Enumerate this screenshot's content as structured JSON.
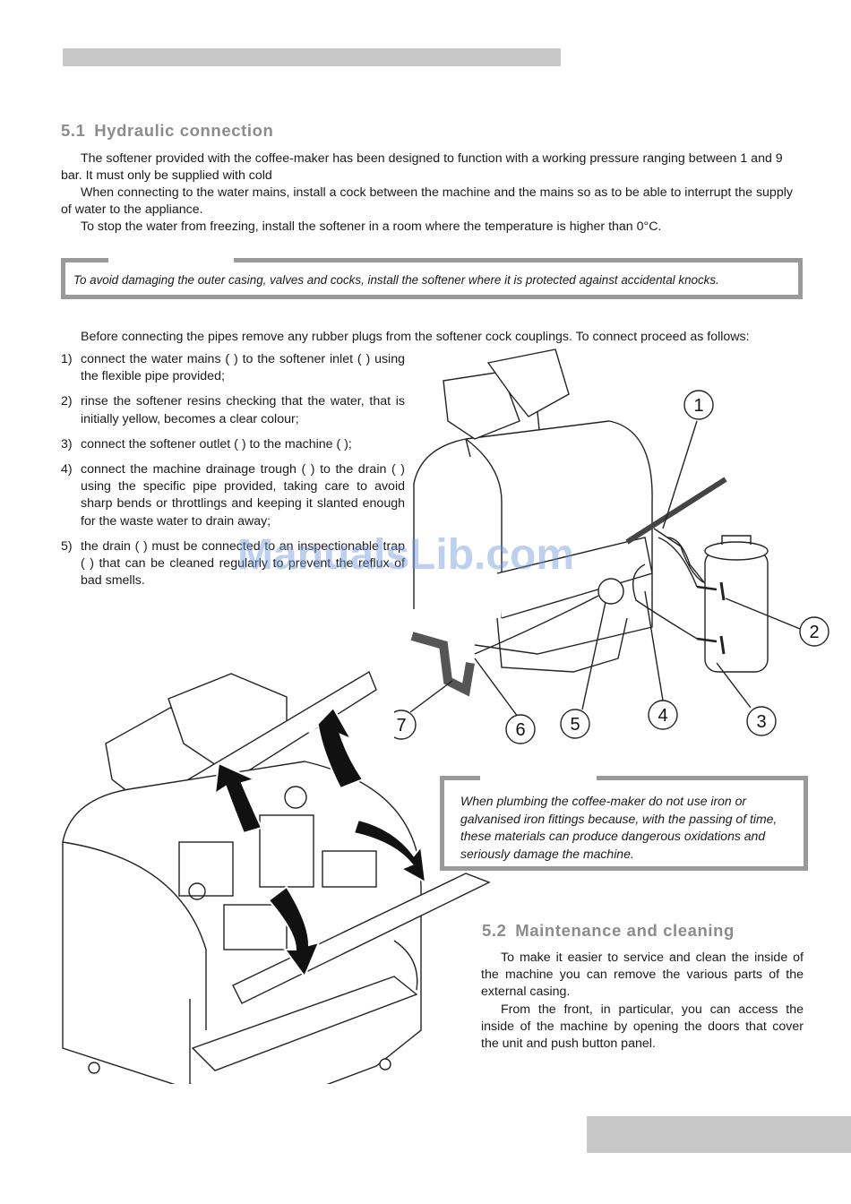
{
  "section1": {
    "number": "5.1",
    "title": "Hydraulic connection",
    "paragraphs": [
      "The softener provided with the coffee-maker has been designed to function with a working pressure ranging between 1 and 9 bar. It must only be supplied with cold",
      "When connecting to the water mains, install a cock between the machine and the mains so as to be able to interrupt the supply of water to the appliance.",
      "To stop the water from freezing, install the softener in a room where the temperature is higher than 0°C."
    ],
    "note": "To avoid damaging the outer casing, valves and cocks, install the softener where it is protected against accidental knocks.",
    "intro": "Before connecting the pipes remove any rubber plugs from the softener cock couplings. To connect proceed as follows:",
    "steps": [
      {
        "n": "1)",
        "text": "connect the water mains (  ) to the softener inlet (  ) using the flexible pipe provided;"
      },
      {
        "n": "2)",
        "text": "rinse the softener resins checking that the water, that is initially yellow, becomes a clear colour;"
      },
      {
        "n": "3)",
        "text": "connect the softener outlet (  ) to the machine (  );"
      },
      {
        "n": "4)",
        "text": "connect the machine drainage trough (  ) to the drain (  ) using the specific pipe provided, taking care to avoid sharp bends or throttlings and keeping it slanted enough for the waste water to drain away;"
      },
      {
        "n": "5)",
        "text": "the drain (  ) must be connected to an inspectionable trap (  ) that can be cleaned regularly to prevent the reflux of bad smells."
      }
    ]
  },
  "callouts": [
    "1",
    "2",
    "3",
    "4",
    "5",
    "6",
    "7"
  ],
  "warning": "When plumbing the coffee-maker do not use iron or galvanised iron fittings because, with the passing of time, these materials can produce dangerous oxidations and seriously damage the machine.",
  "section2": {
    "number": "5.2",
    "title": "Maintenance and cleaning",
    "paragraphs": [
      "To make it easier to service and clean the inside of the machine you can remove the various parts of the external casing.",
      "From the front, in particular, you can access the inside of the machine by opening the doors that cover the unit and push button panel."
    ]
  },
  "watermark": "ManualsLib.com"
}
